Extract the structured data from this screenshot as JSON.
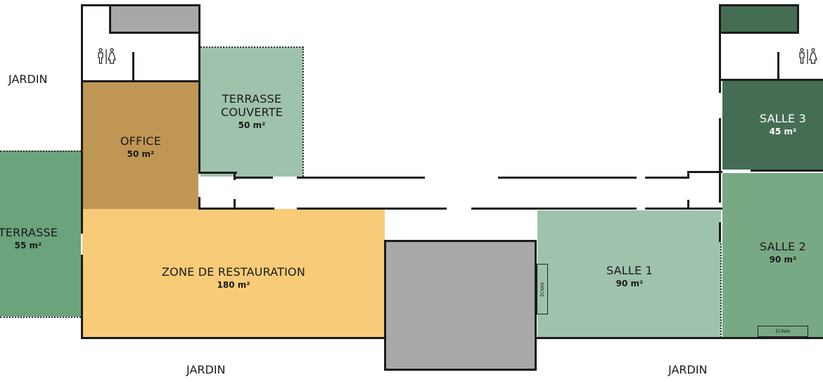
{
  "outdoor": {
    "jardin_top_left": "JARDIN",
    "jardin_bottom_center": "JARDIN",
    "jardin_bottom_right": "JARDIN"
  },
  "rooms": {
    "terrasse": {
      "name": "TERRASSE",
      "area": "55 m²",
      "color": "#6aa37c"
    },
    "office": {
      "name": "OFFICE",
      "area": "50 m²",
      "color": "#c09655"
    },
    "terrasse_couverte": {
      "name_line1": "TERRASSE",
      "name_line2": "COUVERTE",
      "area": "50 m²",
      "color": "#9fc2ad"
    },
    "zone_restauration": {
      "name": "ZONE DE RESTAURATION",
      "area": "180 m²",
      "color": "#f8cb78"
    },
    "salle1": {
      "name": "SALLE 1",
      "area": "90 m²",
      "color": "#9fc2ad"
    },
    "salle2": {
      "name": "SALLE 2",
      "area": "90 m²",
      "color": "#78a985"
    },
    "salle3": {
      "name": "SALLE 3",
      "area": "45 m²",
      "color": "#456d54"
    }
  },
  "screens": {
    "salle1_screen": "ÉCRAN",
    "salle2_screen": "ÉCRAN"
  },
  "icons": {
    "restroom_left": "restroom-icon",
    "restroom_right": "restroom-icon"
  },
  "colors": {
    "walls": "#1b1b1b",
    "service_block": "#a8a8a8",
    "service_block_dark": "#456d54"
  }
}
